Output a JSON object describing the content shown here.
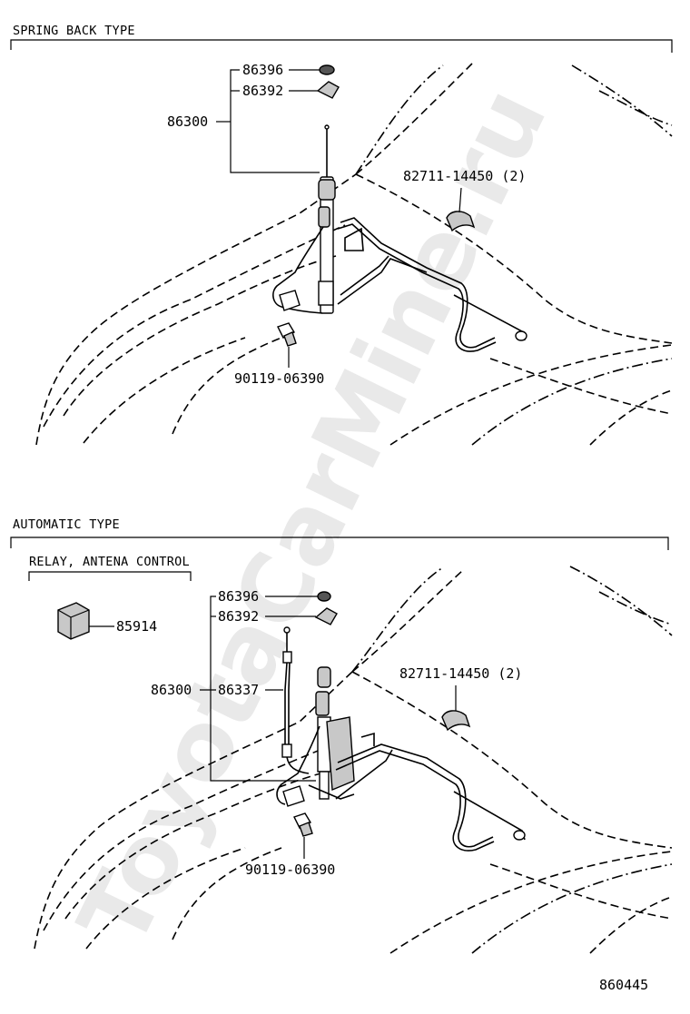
{
  "watermark": "ToyotaCarMine.ru",
  "spring_back": {
    "title": "SPRING BACK TYPE",
    "labels": {
      "cap": "86396",
      "ornament": "86392",
      "antenna_assy": "86300",
      "clamp": "82711-14450 (2)",
      "bolt": "90119-06390"
    }
  },
  "automatic": {
    "title": "AUTOMATIC TYPE",
    "relay_title": "RELAY, ANTENA CONTROL",
    "labels": {
      "relay": "85914",
      "cap": "86396",
      "ornament": "86392",
      "antenna_assy": "86300",
      "cable": "86337",
      "clamp": "82711-14450 (2)",
      "bolt": "90119-06390"
    }
  },
  "figure_number": "860445"
}
